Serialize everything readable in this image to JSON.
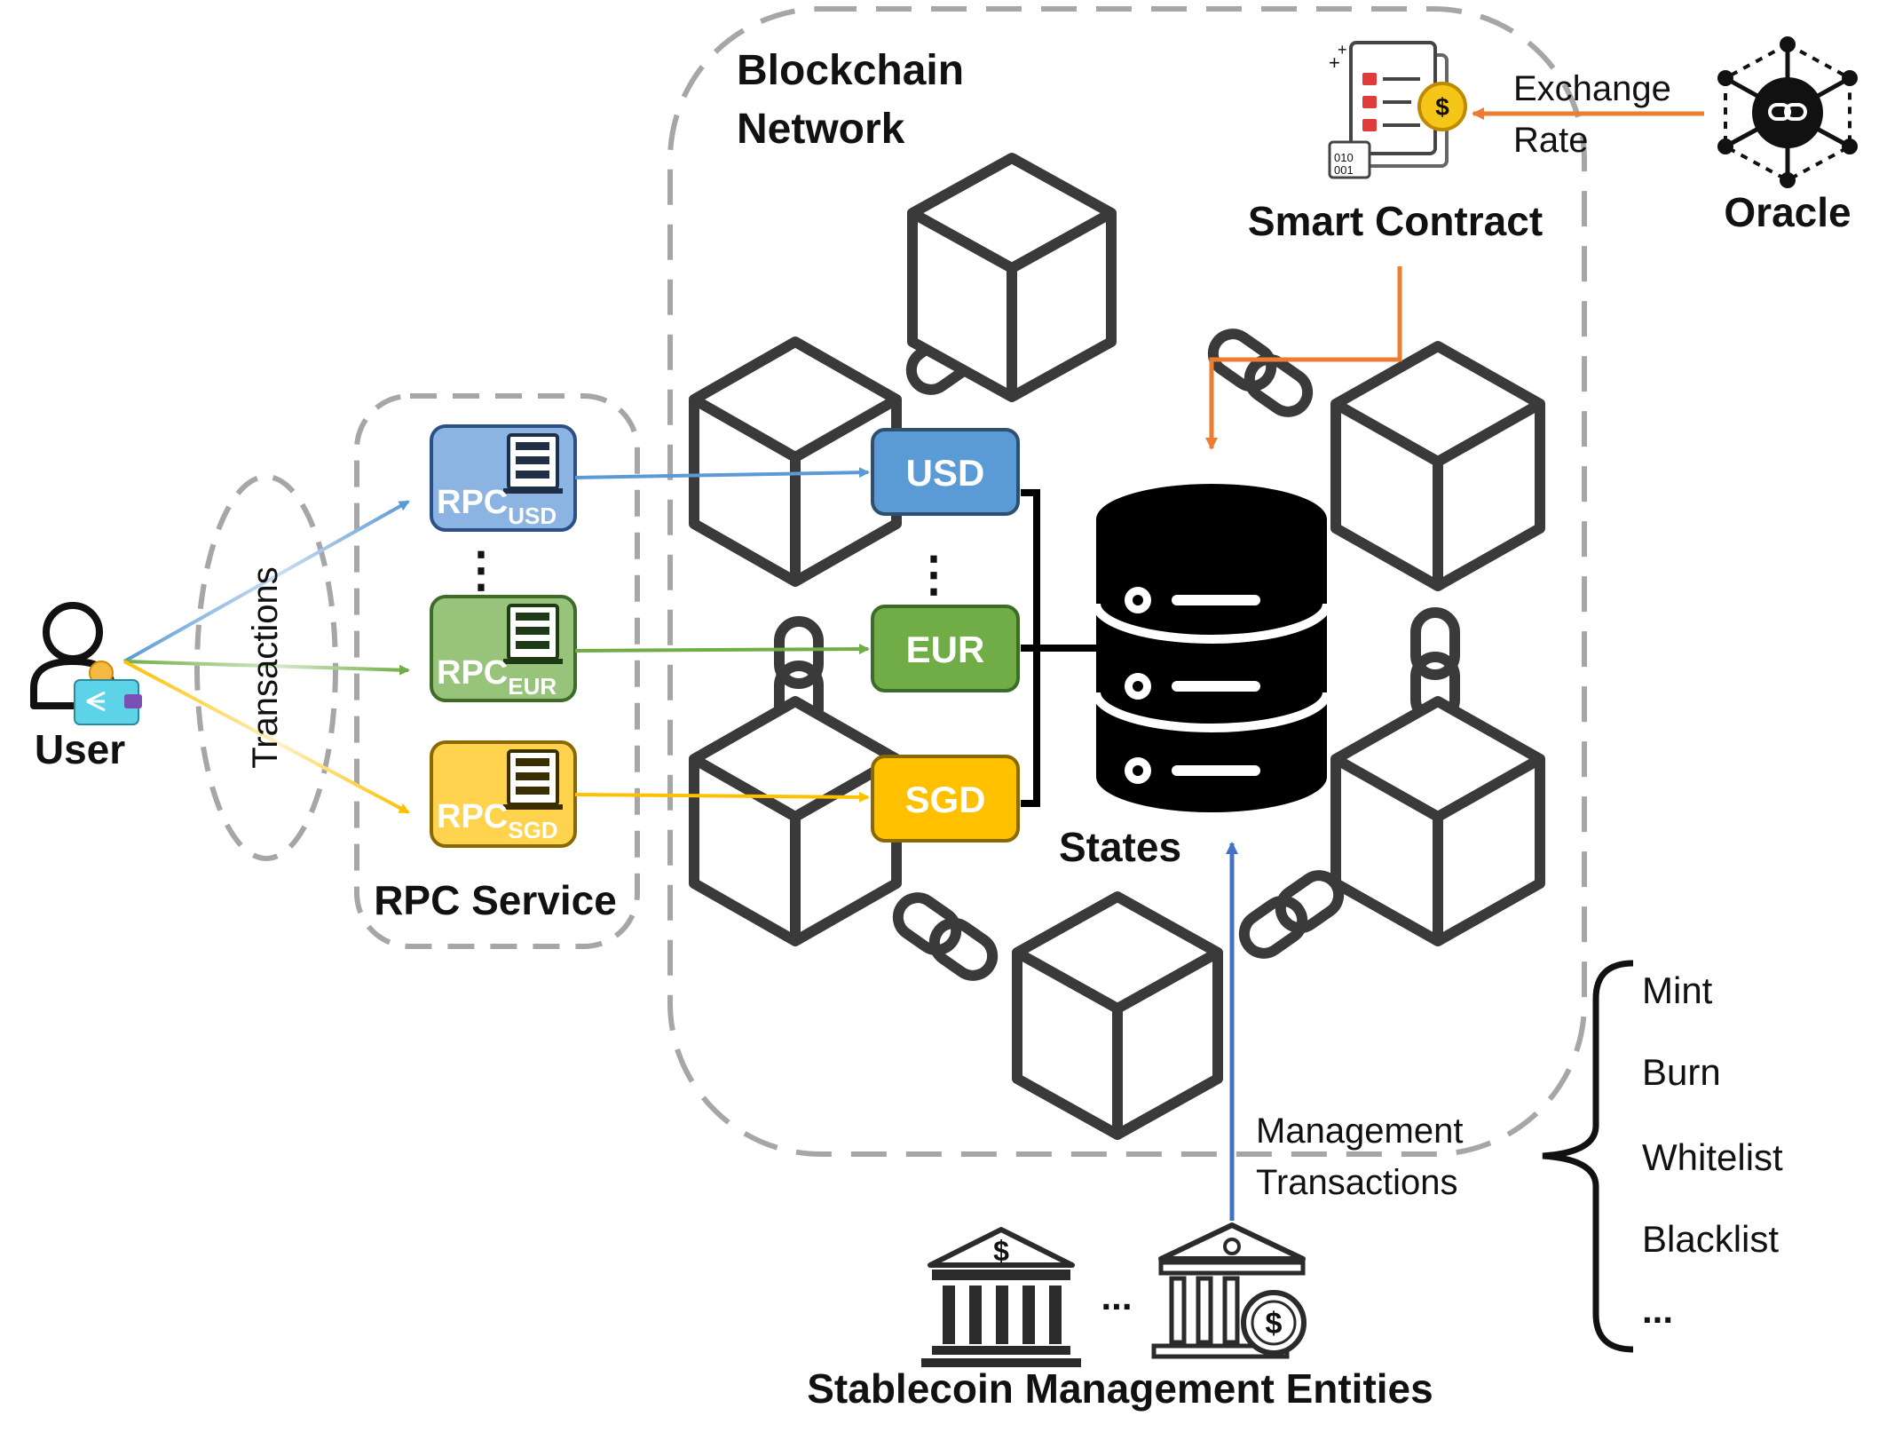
{
  "labels": {
    "blockchain_line1": "Blockchain",
    "blockchain_line2": "Network",
    "smart_contract": "Smart Contract",
    "exchange": "Exchange",
    "rate": "Rate",
    "oracle": "Oracle",
    "user": "User",
    "transactions": "Transactions",
    "rpc_service": "RPC Service",
    "states": "States",
    "management_line1": "Management",
    "management_line2": "Transactions",
    "entities": "Stablecoin Management Entities",
    "entities_ellipsis": "...",
    "vertical_ellipsis": "⋮"
  },
  "rpc_nodes": [
    {
      "prefix": "RPC",
      "sub": "USD",
      "color": "#8cb4e2",
      "border": "#2b4f86"
    },
    {
      "prefix": "RPC",
      "sub": "EUR",
      "color": "#97c47a",
      "border": "#3e6b2a"
    },
    {
      "prefix": "RPC",
      "sub": "SGD",
      "color": "#ffd34d",
      "border": "#8a6a00"
    }
  ],
  "currencies": [
    {
      "label": "USD",
      "color": "#5b9bd5",
      "border": "#2f4f70"
    },
    {
      "label": "EUR",
      "color": "#70ad47",
      "border": "#3e6b2a"
    },
    {
      "label": "SGD",
      "color": "#ffc000",
      "border": "#8a6a00"
    }
  ],
  "operations": [
    "Mint",
    "Burn",
    "Whitelist",
    "Blacklist",
    "..."
  ],
  "colors": {
    "usd_arrow": "#5b9bd5",
    "eur_arrow": "#70ad47",
    "sgd_arrow": "#ffc000",
    "oracle_arrow": "#ed7d31",
    "management_arrow": "#4472c4",
    "dashed_border": "#a6a6a6"
  }
}
